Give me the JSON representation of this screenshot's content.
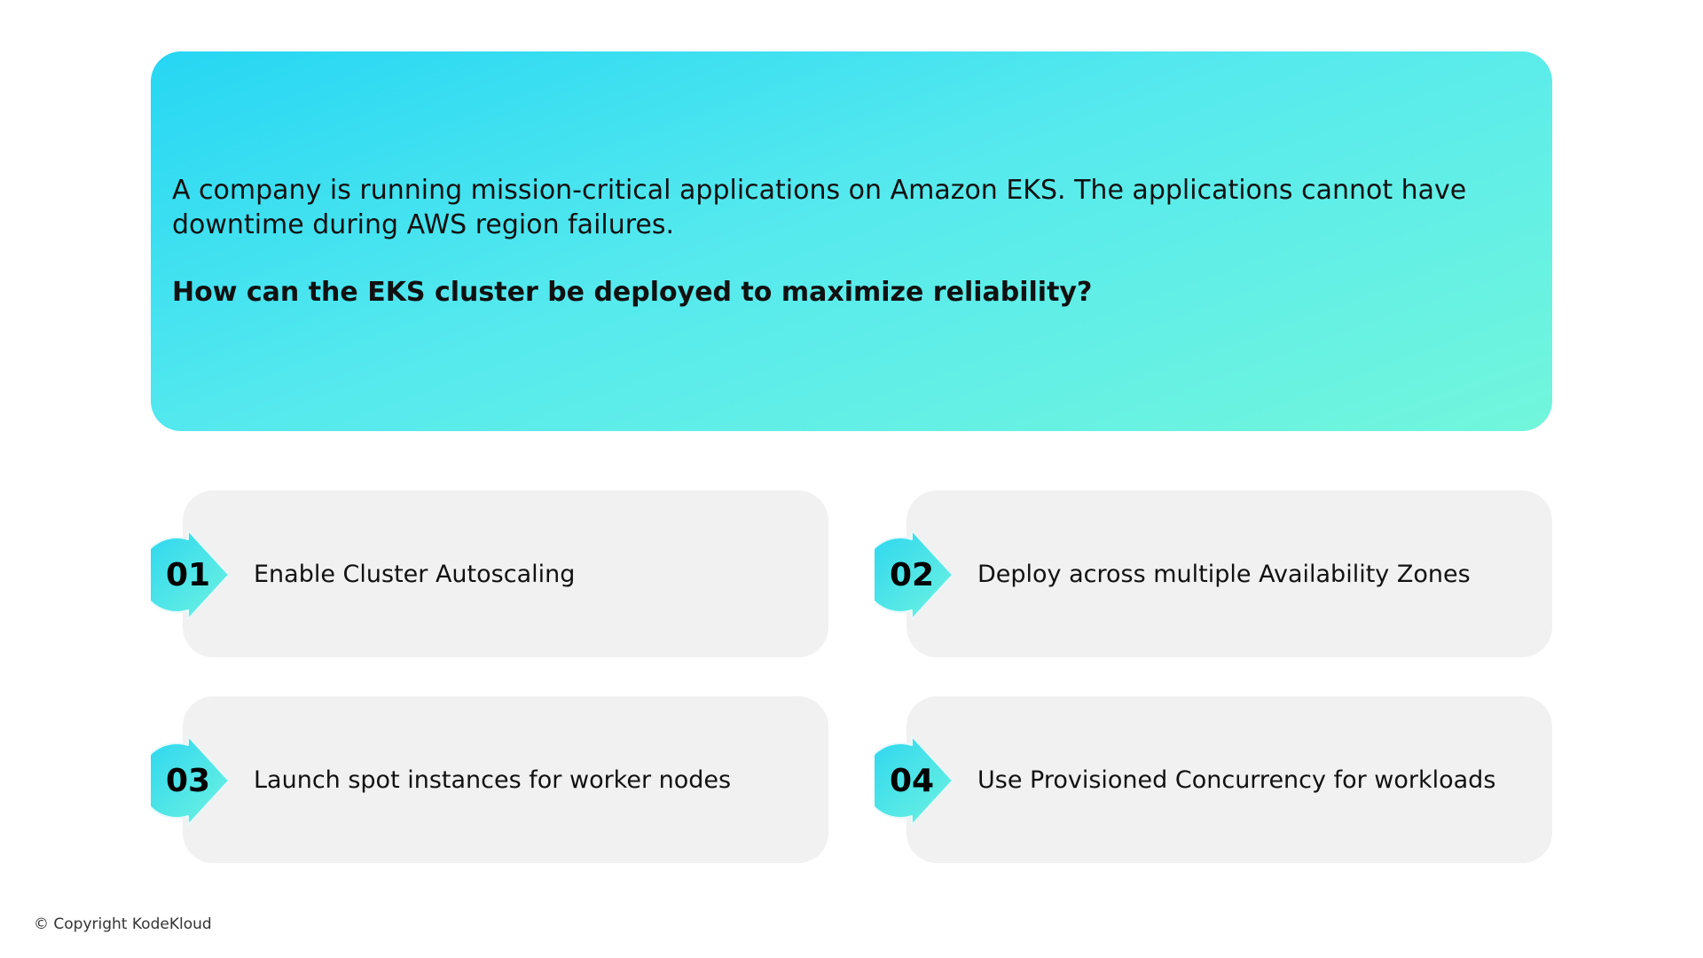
{
  "question": {
    "text": "A company is running mission-critical applications on Amazon EKS. The applications cannot have downtime during AWS region failures.",
    "ask": "How can the EKS cluster be deployed to maximize reliability?"
  },
  "options": [
    {
      "number": "01",
      "label": "Enable Cluster Autoscaling"
    },
    {
      "number": "02",
      "label": "Deploy across multiple Availability Zones"
    },
    {
      "number": "03",
      "label": "Launch spot instances for worker nodes"
    },
    {
      "number": "04",
      "label": "Use Provisioned Concurrency for workloads"
    }
  ],
  "footer": {
    "copyright": "© Copyright KodeKloud"
  },
  "colors": {
    "gradient_start": "#26d6f3",
    "gradient_end": "#72f6dc",
    "card_bg": "#f1f1f1"
  }
}
